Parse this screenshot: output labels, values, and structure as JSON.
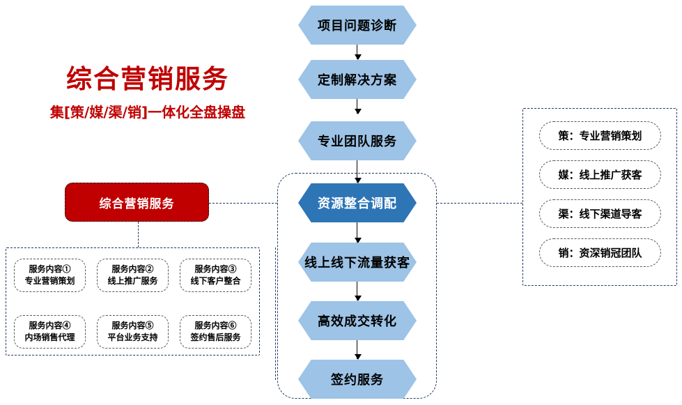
{
  "title": {
    "main": "综合营销服务",
    "sub": "集[策/媒/渠/销]一体化全盘操盘",
    "color": "#C00000"
  },
  "highlight_box": {
    "label": "综合营销服务",
    "fill": "#C00000",
    "text_color": "#FFFFFF"
  },
  "flow": {
    "colors": {
      "normal": "#9DC3E6",
      "active": "#2E75B6"
    },
    "nodes": [
      {
        "label": "项目问题诊断",
        "active": false
      },
      {
        "label": "定制解决方案",
        "active": false
      },
      {
        "label": "专业团队服务",
        "active": false
      },
      {
        "label": "资源整合调配",
        "active": true
      },
      {
        "label": "线上线下流量获客",
        "active": false
      },
      {
        "label": "高效成交转化",
        "active": false
      },
      {
        "label": "签约服务",
        "active": false
      }
    ]
  },
  "capabilities": [
    {
      "label": "策：专业营销策划"
    },
    {
      "label": "媒：线上推广获客"
    },
    {
      "label": "渠：线下渠道导客"
    },
    {
      "label": "销：资深销冠团队"
    }
  ],
  "services": [
    {
      "line1": "服务内容①",
      "line2": "专业营销策划"
    },
    {
      "line1": "服务内容②",
      "line2": "线上推广服务"
    },
    {
      "line1": "服务内容③",
      "line2": "线下客户整合"
    },
    {
      "line1": "服务内容④",
      "line2": "内场销售代理"
    },
    {
      "line1": "服务内容⑤",
      "line2": "平台业务支持"
    },
    {
      "line1": "服务内容⑥",
      "line2": "签约售后服务"
    }
  ]
}
